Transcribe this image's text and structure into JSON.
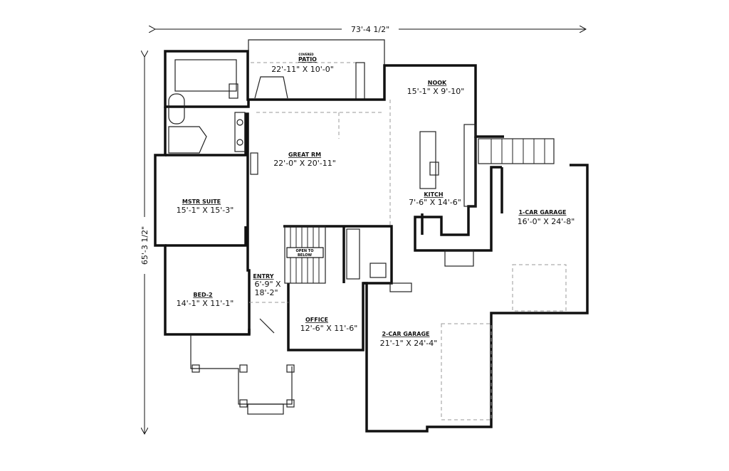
{
  "dimensions": {
    "width": "73'-4 1/2\"",
    "depth": "65'-3 1/2\""
  },
  "rooms": {
    "patio": {
      "pre": "COVERED",
      "name": "PATIO",
      "size": "22'-11\" X 10'-0\""
    },
    "nook": {
      "name": "NOOK",
      "size": "15'-1\" X 9'-10\""
    },
    "great_rm": {
      "name": "GREAT RM",
      "size": "22'-0\" X 20'-11\""
    },
    "kitch": {
      "name": "KITCH",
      "size": "7'-6\" X 14'-6\""
    },
    "mstr_suite": {
      "name": "MSTR SUITE",
      "size": "15'-1\" X 15'-3\""
    },
    "garage1": {
      "name": "1-CAR GARAGE",
      "size": "16'-0\" X 24'-8\""
    },
    "entry": {
      "name": "ENTRY",
      "size1": "6'-9\" X",
      "size2": "18'-2\""
    },
    "bed2": {
      "name": "BED-2",
      "size": "14'-1\" X 11'-1\""
    },
    "office": {
      "name": "OFFICE",
      "size": "12'-6\" X 11'-6\""
    },
    "garage2": {
      "name": "2-CAR GARAGE",
      "size": "21'-1\" X 24'-4\""
    }
  },
  "notes": {
    "open_to_below_1": "OPEN TO",
    "open_to_below_2": "BELOW"
  }
}
